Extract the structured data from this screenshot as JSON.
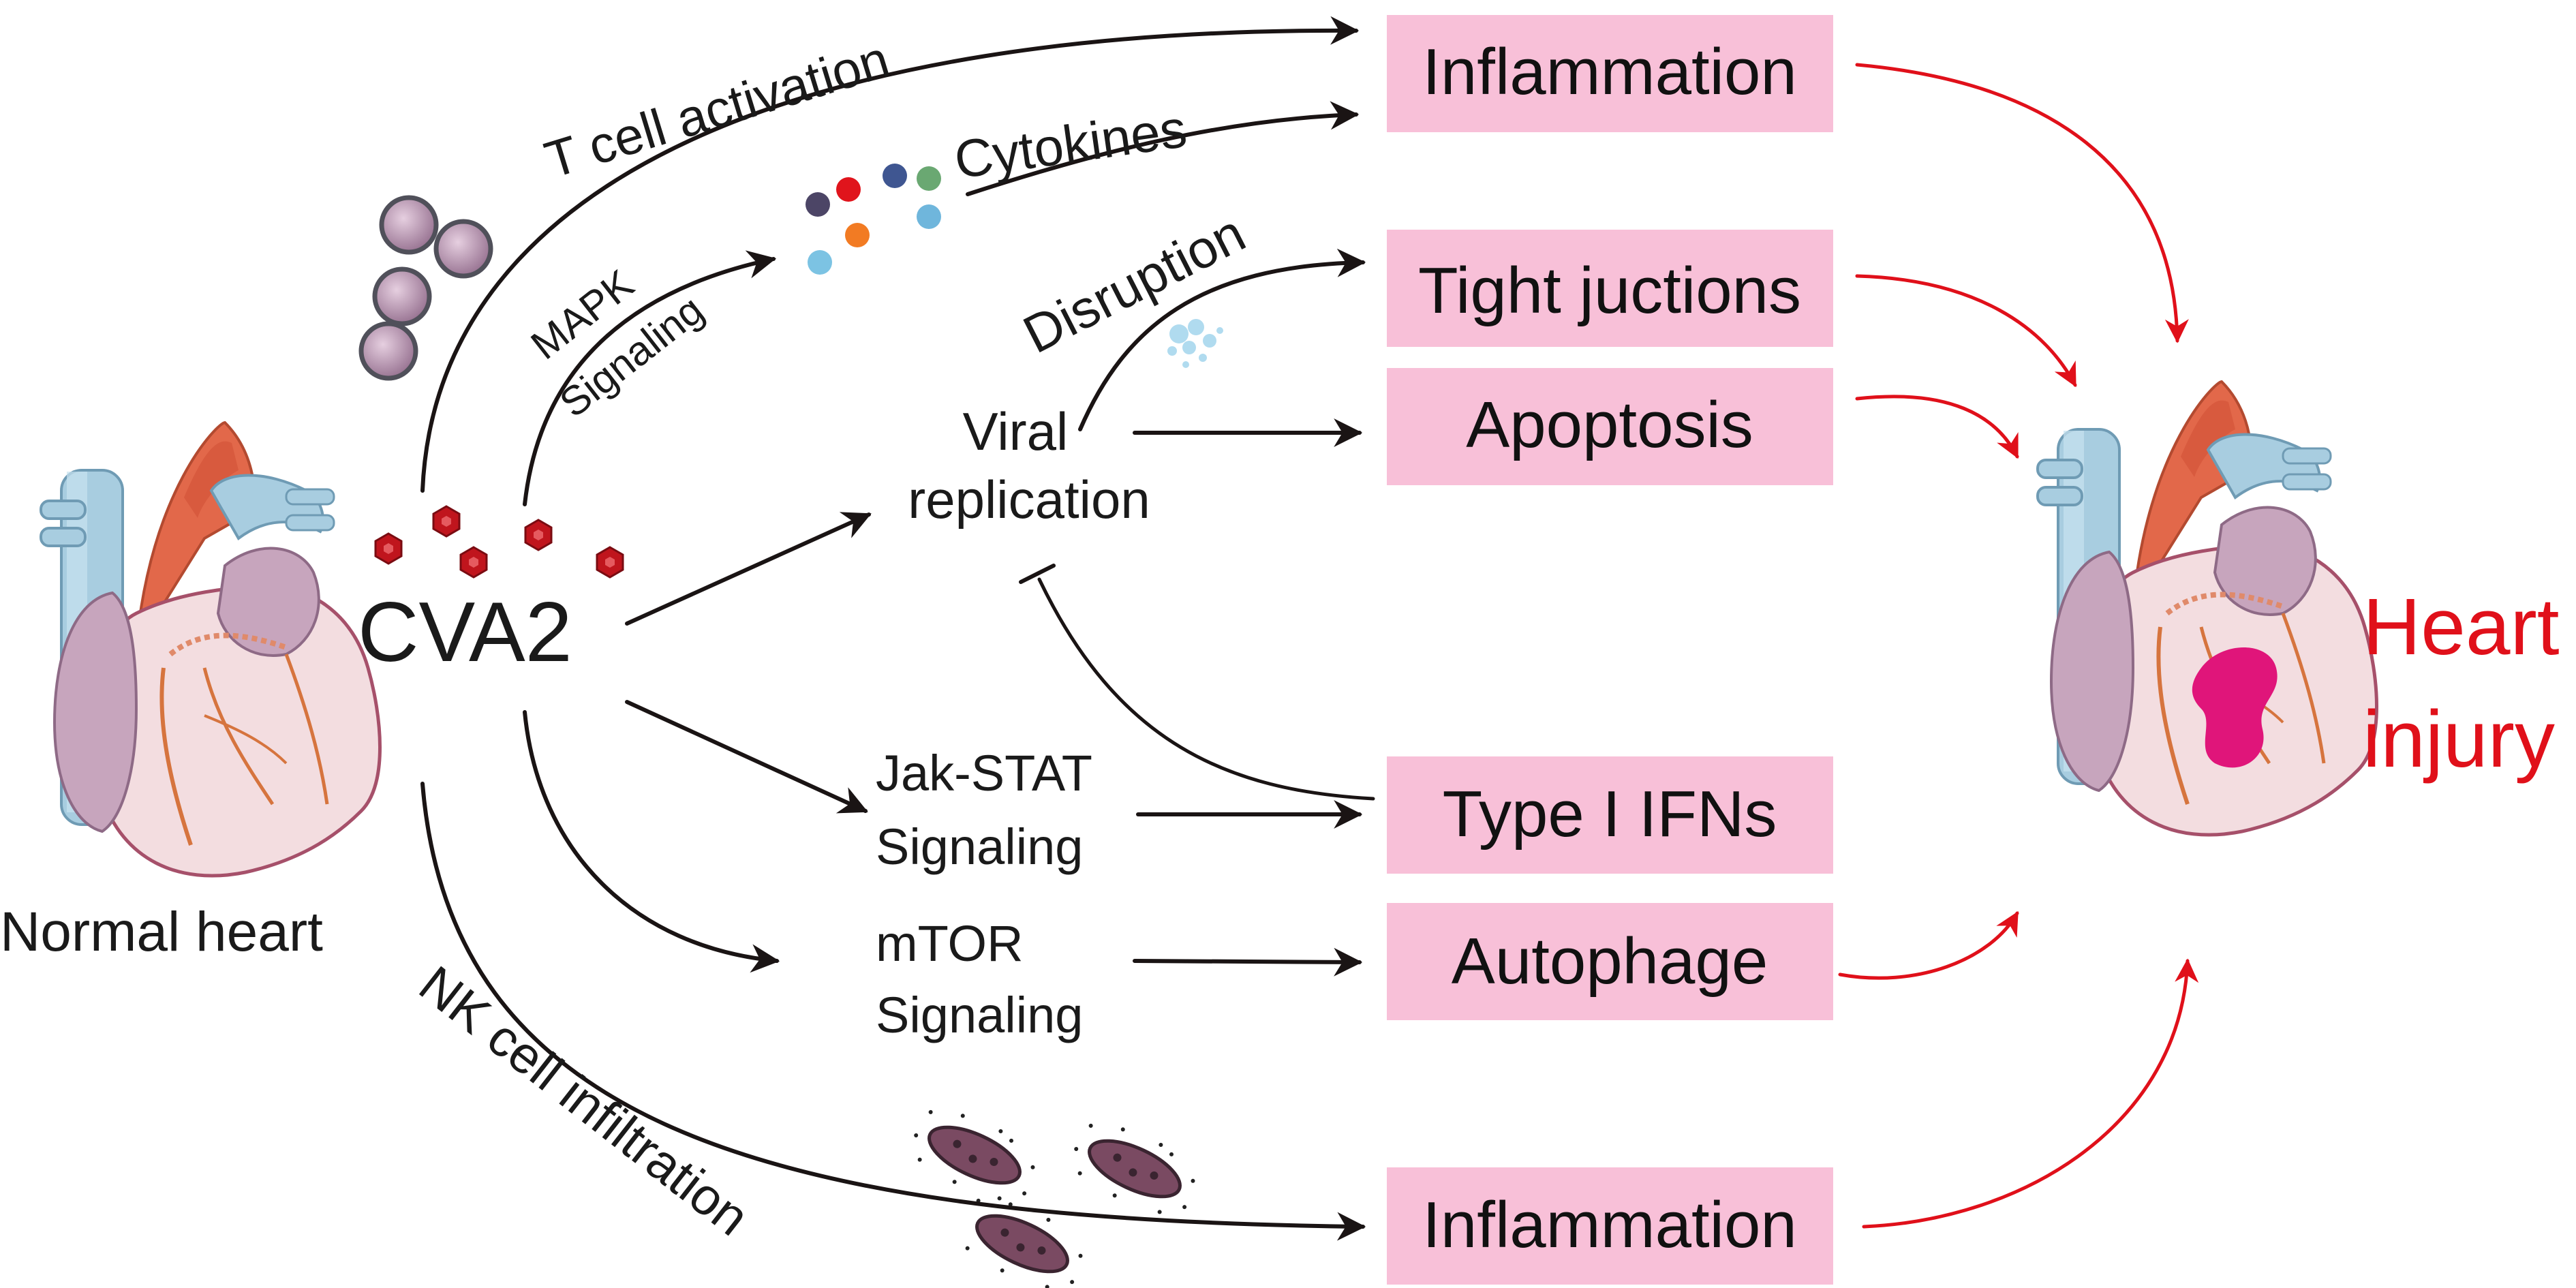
{
  "colors": {
    "box_fill": "#f8c0d8",
    "arrow_black": "#1a1414",
    "arrow_red": "#e0101a",
    "virus": "#c0151d",
    "heart_red": "#e2684a",
    "vessel_blue": "#a8cde0",
    "heart_body": "#f3dde0",
    "heart_purple": "#c7a5bd",
    "lesion": "#e0157a"
  },
  "labels": {
    "cva2": "CVA2",
    "normal_heart": "Normal heart",
    "heart_injury_line1": "Heart",
    "heart_injury_line2": "injury",
    "t_cell_activation": "T cell activation",
    "cytokines": "Cytokines",
    "mapk_line1": "MAPK",
    "mapk_line2": "Signaling",
    "disruption": "Disruption",
    "viral_line1": "Viral",
    "viral_line2": "replication",
    "jak_line1": "Jak-STAT",
    "jak_line2": "Signaling",
    "mtor_line1": "mTOR",
    "mtor_line2": "Signaling",
    "nk_cell_infiltration": "NK cell infiltration"
  },
  "outcomes": [
    {
      "label": "Inflammation"
    },
    {
      "label": "Tight juctions"
    },
    {
      "label": "Apoptosis"
    },
    {
      "label": "Type I IFNs"
    },
    {
      "label": "Autophage"
    },
    {
      "label": "Inflammation"
    }
  ],
  "icons": {
    "virus_particles": "virus-icon",
    "t_cells": "t-cell-icon",
    "cytokine_dots": "cytokine-icon",
    "nk_cells": "nk-cell-icon",
    "hearts": "heart-icon"
  }
}
